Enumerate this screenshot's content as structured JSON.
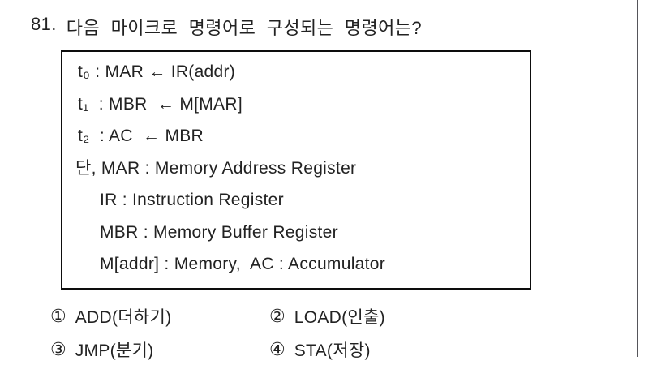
{
  "page": {
    "background": "#ffffff",
    "text_color": "#222222",
    "divider_color": "#55555a",
    "box_border_color": "#0d0d0d"
  },
  "question": {
    "number": "81.",
    "text": "다음 마이크로 명령어로 구성되는 명령어는?"
  },
  "code_box": {
    "lines": [
      "t₀ : MAR ← IR(addr)",
      "t₁  : MBR  ← M[MAR]",
      "t₂  : AC  ← MBR",
      "단, MAR : Memory Address Register",
      "IR : Instruction Register",
      "MBR : Memory Buffer Register",
      "M[addr] : Memory,  AC : Accumulator"
    ]
  },
  "choices": [
    {
      "marker": "①",
      "label": "ADD(더하기)"
    },
    {
      "marker": "②",
      "label": "LOAD(인출)"
    },
    {
      "marker": "③",
      "label": "JMP(분기)"
    },
    {
      "marker": "④",
      "label": "STA(저장)"
    }
  ]
}
